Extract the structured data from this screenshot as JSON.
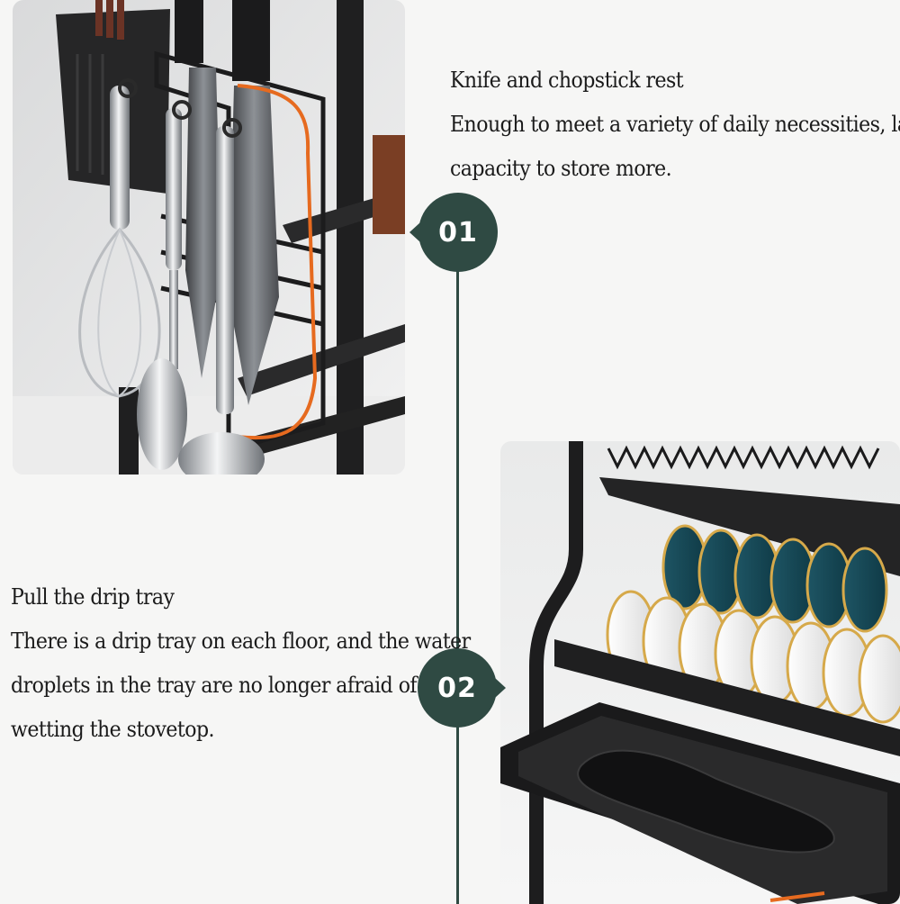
{
  "features": [
    {
      "number": "01",
      "title": "Knife and chopstick rest",
      "description_lines": [
        "Enough to meet a variety of daily necessities, large",
        "capacity to store more."
      ]
    },
    {
      "number": "02",
      "title": "Pull the drip tray",
      "description_lines": [
        "There is a drip tray on each floor, and the water",
        "droplets in the tray are no longer afraid of",
        "wetting the stovetop."
      ]
    }
  ],
  "colors": {
    "accent": "#2f4a43",
    "highlight": "#e66a1f",
    "background": "#f6f6f5"
  }
}
